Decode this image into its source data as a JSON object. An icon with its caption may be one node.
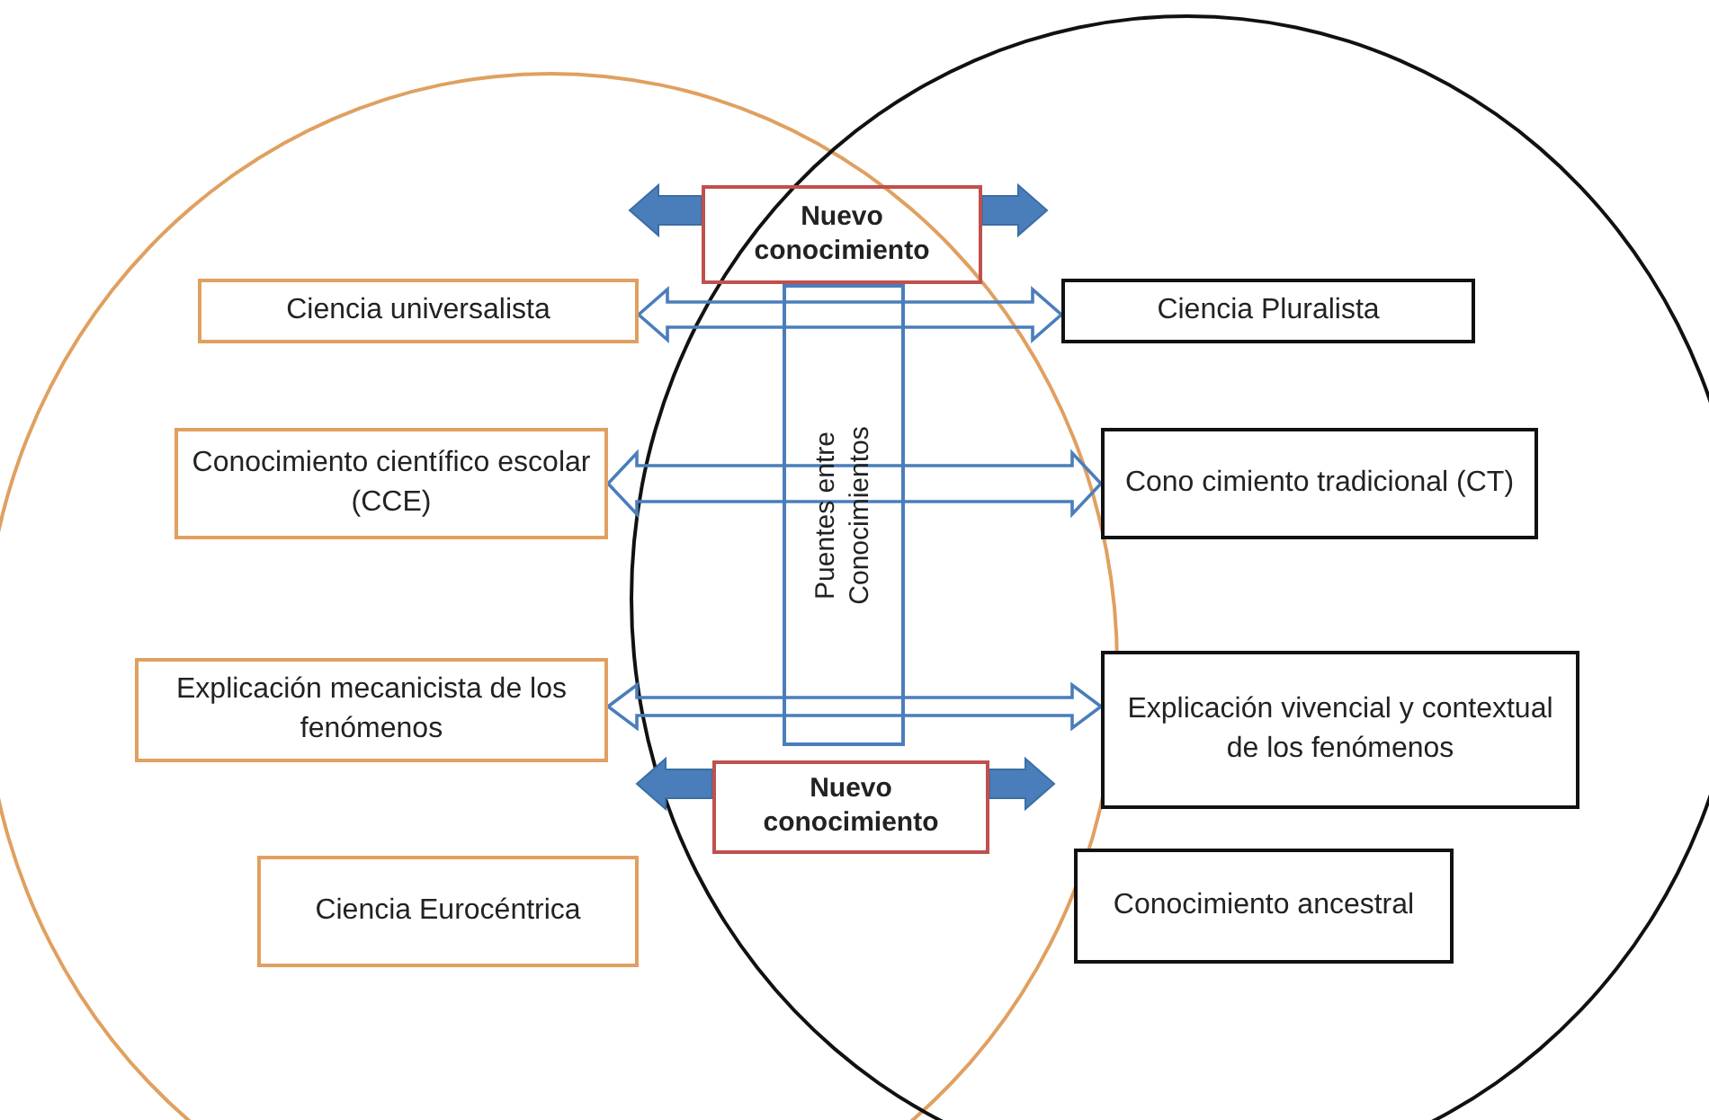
{
  "diagram": {
    "nodes": [
      {
        "text": [],
        "shape": "circle"
      },
      {
        "text": [],
        "shape": "circle"
      },
      {
        "text": [
          "Nuevo conocimiento"
        ]
      },
      {
        "text": [
          "Ciencia universalista"
        ],
        "in": 0
      },
      {
        "text": [
          "Ciencia Pluralista"
        ],
        "in": 1
      },
      {
        "text": [
          "Puentes entre Conocimientos"
        ]
      },
      {
        "text": [
          "Conocimiento científico escolar (CCE)"
        ],
        "in": 0
      },
      {
        "text": [
          "Cono cimiento tradicional (CT)"
        ],
        "in": 1
      },
      {
        "text": [
          "Explicación mecanicista de los fenómenos"
        ],
        "in": 0
      },
      {
        "text": [
          "Explicación vivencial y contextual de los fenómenos"
        ],
        "in": 1
      },
      {
        "text": [
          "Nuevo conocimiento"
        ]
      },
      {
        "text": [
          "Ciencia Eurocéntrica"
        ],
        "in": 0
      },
      {
        "text": [
          "Conocimiento ancestral"
        ],
        "in": 1
      }
    ],
    "edges": [
      {
        "from": 3,
        "to": 4,
        "arrow": "both"
      },
      {
        "from": 6,
        "to": 7,
        "arrow": "both"
      },
      {
        "from": 8,
        "to": 9,
        "arrow": "both"
      },
      {
        "from": 2,
        "to": null,
        "arrow": "to",
        "style": "thick"
      },
      {
        "from": 2,
        "to": null,
        "arrow": "to",
        "style": "thick"
      },
      {
        "from": 10,
        "to": null,
        "arrow": "to",
        "style": "thick"
      },
      {
        "from": 10,
        "to": null,
        "arrow": "to",
        "style": "thick"
      }
    ]
  }
}
